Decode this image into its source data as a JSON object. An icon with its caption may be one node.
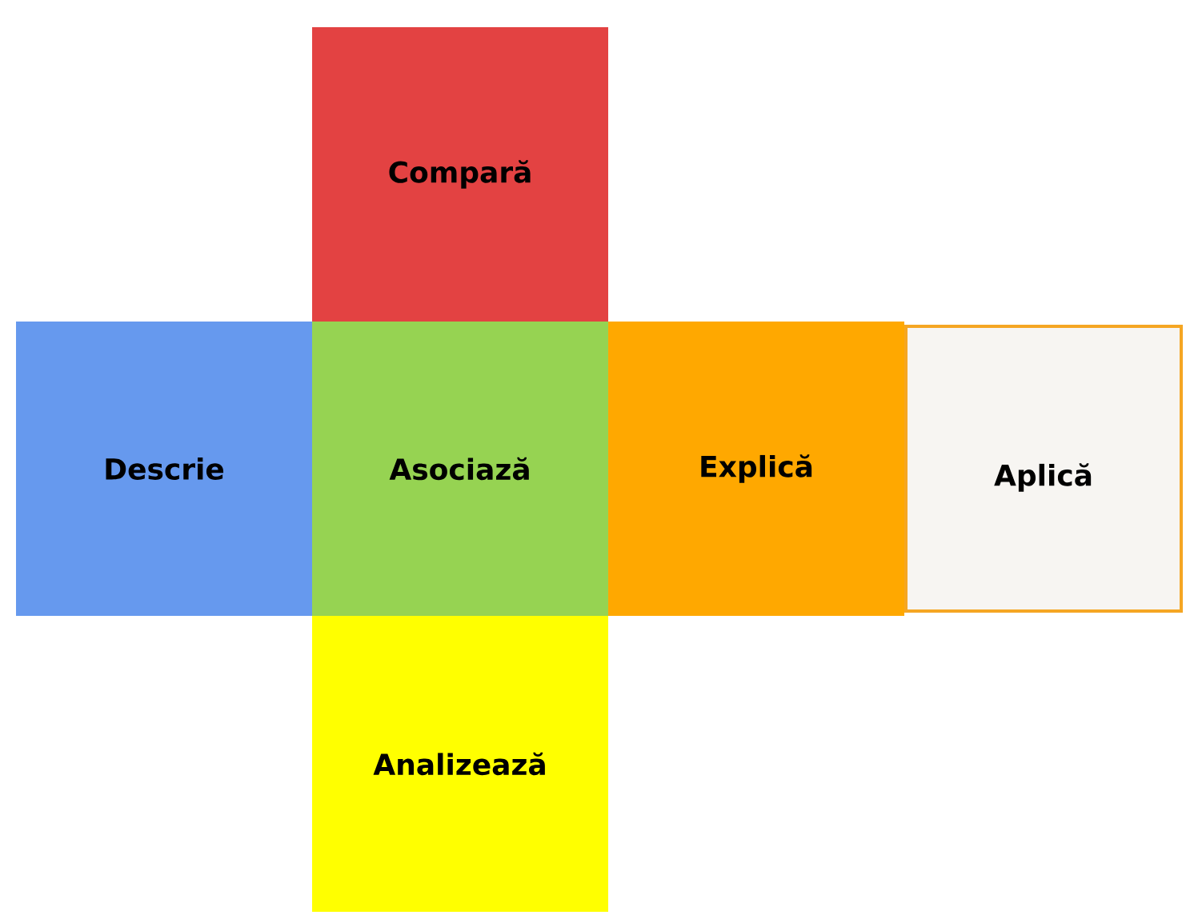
{
  "diagram": {
    "nodes": [
      {
        "text": [
          "Compară"
        ]
      },
      {
        "text": [
          "Descrie"
        ]
      },
      {
        "text": [
          "Asociază"
        ]
      },
      {
        "text": [
          "Explică"
        ]
      },
      {
        "text": [
          "Aplică"
        ]
      },
      {
        "text": [
          "Analizează"
        ]
      }
    ]
  }
}
